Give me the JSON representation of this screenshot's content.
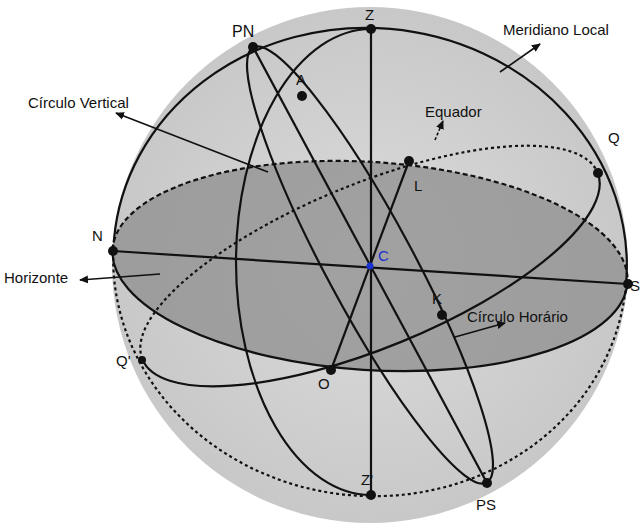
{
  "diagram": {
    "labels": [
      "Z",
      "PN",
      "A",
      "Meridiano Local",
      "Círculo Vertical",
      "Equador",
      "Q",
      "L",
      "N",
      "Horizonte",
      "C",
      "S",
      "K",
      "Círculo Horário",
      "Q'",
      "O",
      "Z'",
      "PS"
    ]
  }
}
